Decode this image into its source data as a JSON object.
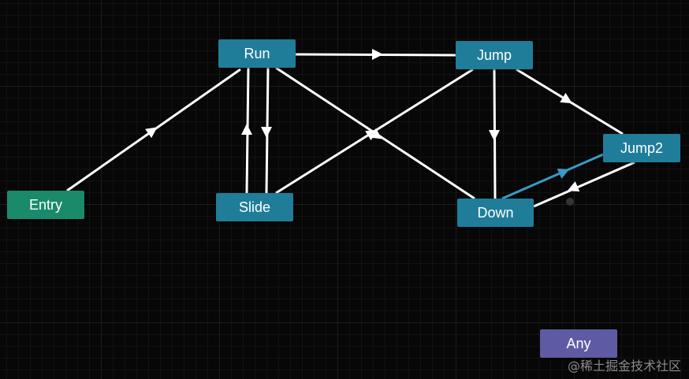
{
  "nodes": {
    "entry": {
      "label": "Entry"
    },
    "run": {
      "label": "Run"
    },
    "jump": {
      "label": "Jump"
    },
    "slide": {
      "label": "Slide"
    },
    "down": {
      "label": "Down"
    },
    "jump2": {
      "label": "Jump2"
    },
    "any": {
      "label": "Any"
    }
  },
  "transitions": [
    {
      "from": "Entry",
      "to": "Run",
      "selected": false
    },
    {
      "from": "Run",
      "to": "Jump",
      "selected": false
    },
    {
      "from": "Run",
      "to": "Slide",
      "selected": false
    },
    {
      "from": "Slide",
      "to": "Run",
      "selected": false
    },
    {
      "from": "Run",
      "to": "Down",
      "selected": false
    },
    {
      "from": "Slide",
      "to": "Jump",
      "selected": false
    },
    {
      "from": "Jump",
      "to": "Down",
      "selected": false
    },
    {
      "from": "Jump",
      "to": "Jump2",
      "selected": false
    },
    {
      "from": "Jump2",
      "to": "Down",
      "selected": false
    },
    {
      "from": "Down",
      "to": "Jump2",
      "selected": true
    }
  ],
  "colors": {
    "entry": "#1a8a6a",
    "state": "#1f7d9a",
    "any": "#5e5ba4",
    "transition": "#ffffff",
    "selected_transition": "#3a9ac4"
  },
  "watermark": "@稀土掘金技术社区"
}
